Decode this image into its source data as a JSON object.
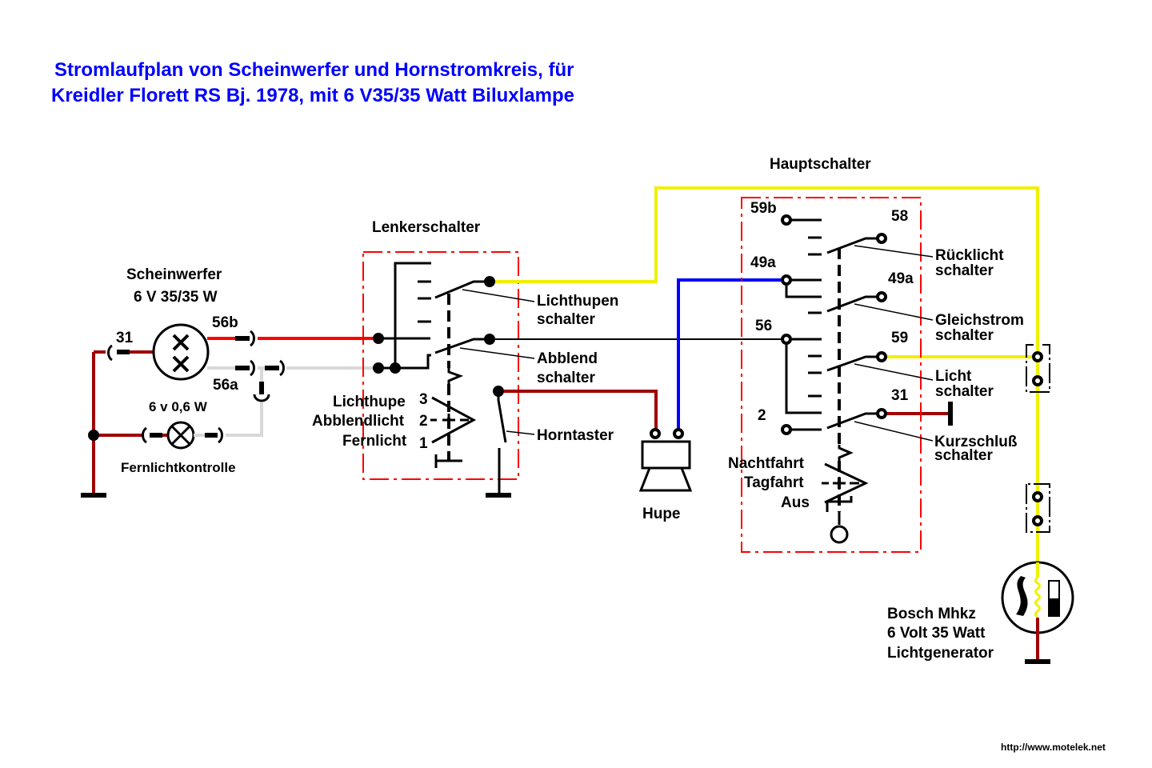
{
  "title": {
    "line1": "Stromlaufplan von Scheinwerfer und Hornstromkreis, für",
    "line2": "Kreidler Florett RS Bj. 1978, mit 6 V35/35 Watt Biluxlampe"
  },
  "scheinwerfer": {
    "name": "Scheinwerfer",
    "rating": "6 V 35/35 W",
    "terminals": {
      "t31": "31",
      "t56b": "56b",
      "t56a": "56a"
    }
  },
  "fernlichtkontrolle": {
    "rating": "6 v 0,6 W",
    "name": "Fernlichtkontrolle"
  },
  "lenkerschalter": {
    "name": "Lenkerschalter",
    "lichthupen_schalter": [
      "Lichthupen",
      "schalter"
    ],
    "abblend_schalter": [
      "Abblend",
      "schalter"
    ],
    "horntaster": "Horntaster",
    "positions": [
      {
        "label": "Lichthupe",
        "num": "3"
      },
      {
        "label": "Abblendlicht",
        "num": "2"
      },
      {
        "label": "Fernlicht",
        "num": "1"
      }
    ]
  },
  "hupe": {
    "name": "Hupe"
  },
  "hauptschalter": {
    "name": "Hauptschalter",
    "terminals": {
      "t59b": "59b",
      "t58": "58",
      "t49a_left": "49a",
      "t49a_right": "49a",
      "t56": "56",
      "t59": "59",
      "t2": "2",
      "t31": "31"
    },
    "switches": {
      "ruecklicht": [
        "Rücklicht",
        "schalter"
      ],
      "gleichstrom": [
        "Gleichstrom",
        "schalter"
      ],
      "licht": [
        "Licht",
        "schalter"
      ],
      "kurzschluss": [
        "Kurzschluß",
        "schalter"
      ]
    },
    "positions": [
      "Nachtfahrt",
      "Tagfahrt",
      "Aus"
    ]
  },
  "generator": {
    "lines": [
      "Bosch Mhkz",
      "6 Volt 35 Watt",
      "Lichtgenerator"
    ]
  },
  "footer": {
    "url": "http://www.motelek.net"
  },
  "colors": {
    "title": "#0000ff",
    "wire_red": "#ff0000",
    "wire_darkred": "#a00000",
    "wire_yellow": "#f0f000",
    "wire_blue": "#0000ff",
    "wire_grey": "#d8d8d8",
    "box_border": "#ff0000"
  }
}
